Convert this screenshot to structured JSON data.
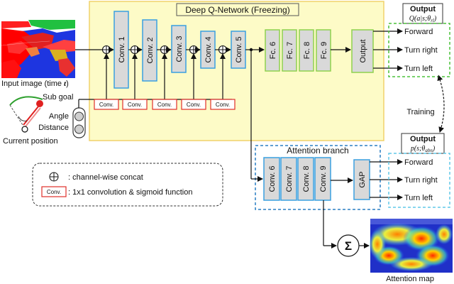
{
  "dqn": {
    "title": "Deep Q-Network (Freezing)"
  },
  "attention": {
    "title": "Attention branch"
  },
  "inputs": {
    "image_label": "Input image (time ",
    "image_time_var": "t",
    "image_label_end": ")",
    "sub_goal": "Sub goal",
    "angle": "Angle",
    "distance": "Distance",
    "current_position": "Current position"
  },
  "dqn_convs": [
    "Conv. 1",
    "Conv. 2",
    "Conv. 3",
    "Conv. 4",
    "Conv. 5"
  ],
  "dqn_fcs": [
    "Fc. 6",
    "Fc. 7",
    "Fc. 8",
    "Fc. 9"
  ],
  "small_conv_label": "Conv.",
  "output_block_label": "Output",
  "att_convs": [
    "Conv. 6",
    "Conv. 7",
    "Conv. 8",
    "Conv. 9"
  ],
  "gap_label": "GAP",
  "sum_symbol": "Σ",
  "output_q": {
    "title": "Output",
    "formula": "Q(a|s;θ",
    "formula_sub": "rl",
    "formula_end": ")",
    "actions": [
      "Forward",
      "Turn right",
      "Turn left"
    ]
  },
  "output_p": {
    "title": "Output",
    "formula": "p(s;θ",
    "formula_sub": "abn",
    "formula_end": ")",
    "actions": [
      "Forward",
      "Turn right",
      "Turn left"
    ]
  },
  "training_label": "Training",
  "attention_map_label": "Attention map",
  "legend": {
    "concat_symbol": "⊕",
    "concat_text": ": channel-wise concat",
    "conv_text": ": 1x1 convolution & sigmoid function"
  },
  "colors": {
    "dqn_bg": "#fdfbc7",
    "dqn_border": "#f0d26a",
    "conv_fill": "#d9d9d9",
    "conv_border": "#3aa0e0",
    "fc_border": "#8fd14f",
    "small_conv_border": "#e0302a",
    "output_green": "#4cc23a",
    "attention_border": "#2a7fc4",
    "output_cyan": "#60c8e8"
  }
}
